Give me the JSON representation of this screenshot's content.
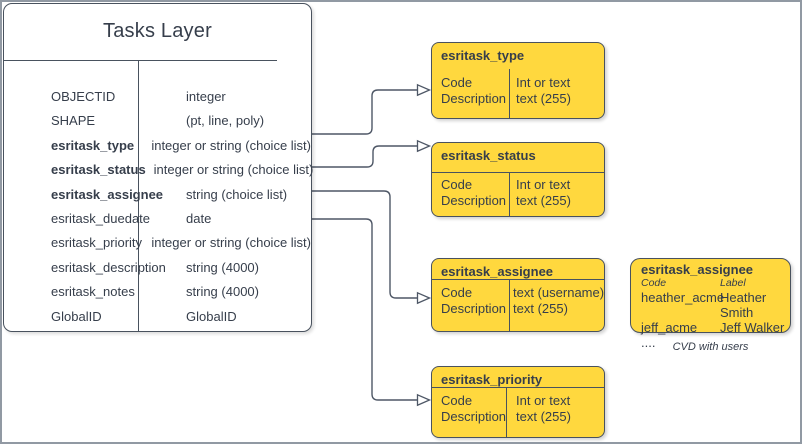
{
  "tasks_layer": {
    "title": "Tasks Layer",
    "fields": [
      {
        "name": "OBJECTID",
        "type": "integer"
      },
      {
        "name": "SHAPE",
        "type": "(pt, line, poly)"
      },
      {
        "name": "esritask_type",
        "type": "integer or string (choice list)"
      },
      {
        "name": "esritask_status",
        "type": "integer or string (choice list)"
      },
      {
        "name": "esritask_assignee",
        "type": "string (choice list)"
      },
      {
        "name": "esritask_duedate",
        "type": "date"
      },
      {
        "name": "esritask_priority",
        "type": "integer or string (choice list)"
      },
      {
        "name": "esritask_description",
        "type": "string (4000)"
      },
      {
        "name": "esritask_notes",
        "type": "string (4000)"
      },
      {
        "name": "GlobalID",
        "type": "GlobalID"
      }
    ]
  },
  "domains": [
    {
      "title": "esritask_type",
      "rows": [
        [
          "Code",
          "Int or text"
        ],
        [
          "Description",
          "text (255)"
        ]
      ]
    },
    {
      "title": "esritask_status",
      "rows": [
        [
          "Code",
          "Int or text"
        ],
        [
          "Description",
          "text (255)"
        ]
      ]
    },
    {
      "title": "esritask_assignee",
      "rows": [
        [
          "Code",
          "text (username)"
        ],
        [
          "Description",
          "text (255)"
        ]
      ]
    },
    {
      "title": "esritask_priority",
      "rows": [
        [
          "Code",
          "Int or text"
        ],
        [
          "Description",
          "text (255)"
        ]
      ]
    }
  ],
  "cvd": {
    "title": "esritask_assignee",
    "headers": [
      "Code",
      "Label"
    ],
    "rows": [
      [
        "heather_acme",
        "Heather Smith"
      ],
      [
        "jeff_acme",
        "Jeff Walker"
      ],
      [
        "....",
        ""
      ]
    ],
    "caption": "CVD with users"
  },
  "colors": {
    "yellow": "#FFD83E",
    "border": "#49525E",
    "line": "#4E5766",
    "text": "#363E4B",
    "frame": "#9199A3"
  }
}
